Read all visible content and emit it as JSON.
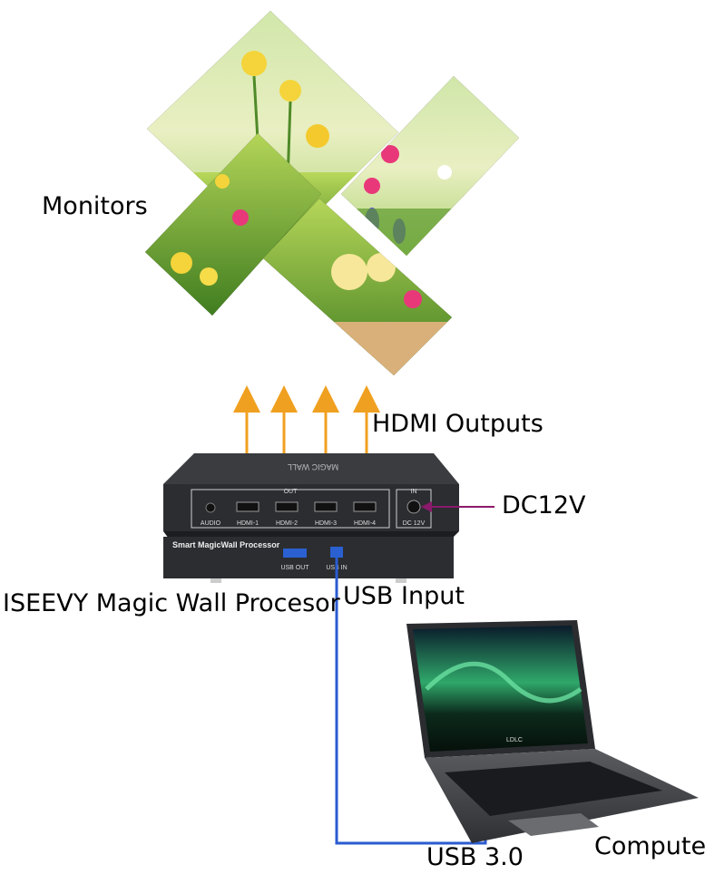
{
  "labels": {
    "monitors": "Monitors",
    "hdmi_outputs": "HDMI Outputs",
    "dc12v": "DC12V",
    "processor": "ISEEVY Magic Wall Procesor",
    "usb_input": "USB Input",
    "computer": "Computer",
    "usb30": "USB 3.0"
  },
  "device": {
    "top_brand": "MAGIC WALL",
    "out_label": "OUT",
    "in_label": "IN",
    "audio": "AUDIO",
    "ports": [
      "HDMI-1",
      "HDMI-2",
      "HDMI-3",
      "HDMI-4"
    ],
    "dc": "DC 12V",
    "front_title": "Smart MagicWall Processor",
    "usb_out": "USB OUT",
    "usb_in": "USB IN"
  },
  "laptop": {
    "screen_text": "LDLC"
  },
  "colors": {
    "arrow_hdmi": "#f0a020",
    "arrow_dc": "#8b1a6b",
    "usb_cable": "#2a5bd0",
    "device_body": "#2b2d31"
  }
}
